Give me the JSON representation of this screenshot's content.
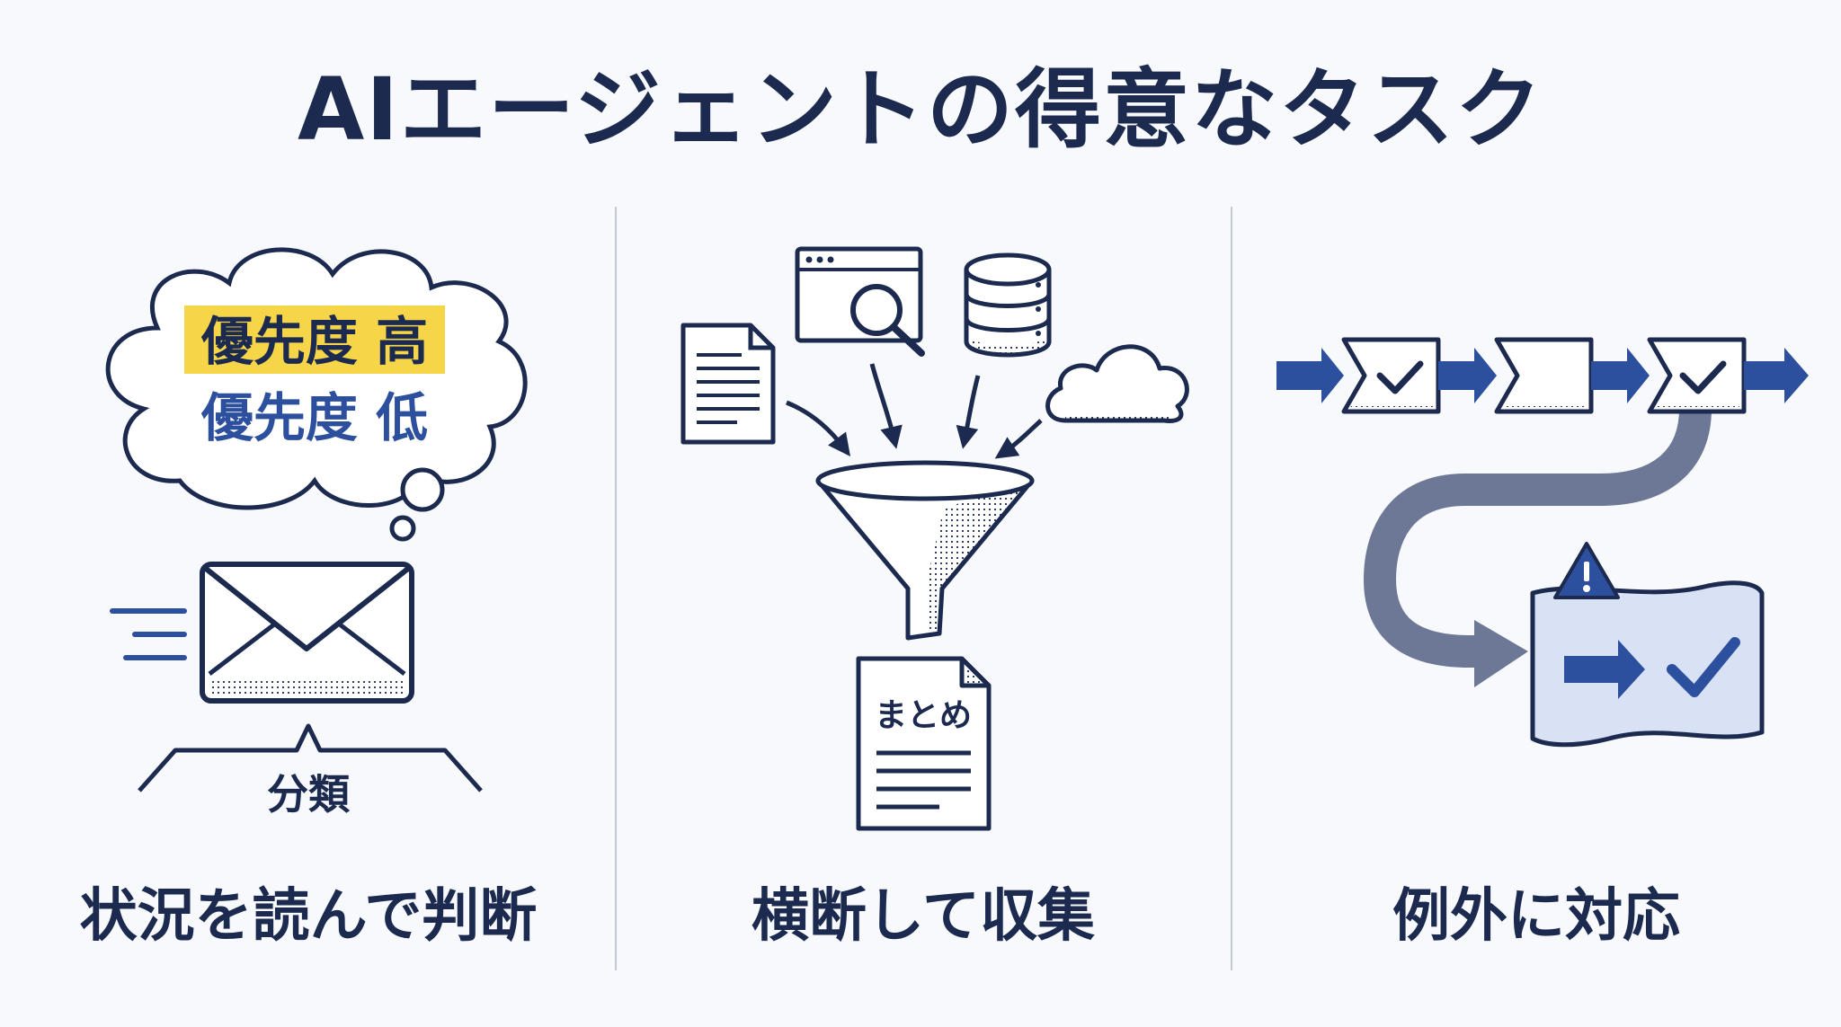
{
  "title": "AIエージェントの得意なタスク",
  "colors": {
    "navy": "#1b2a4e",
    "blue": "#2c4f9e",
    "steel": "#6c7896",
    "highlight": "#f6d548",
    "light_fill": "#d9e1f5",
    "divider": "#c3c9d6",
    "background": "#f8f9fc"
  },
  "panels": [
    {
      "caption": "状況を読んで判断",
      "thought_high": "優先度 高",
      "thought_low": "優先度 低",
      "label": "分類",
      "icons": [
        "thought-bubble-icon",
        "envelope-icon"
      ]
    },
    {
      "caption": "横断して収集",
      "summary_doc_label": "まとめ",
      "icons": [
        "document-icon",
        "browser-search-icon",
        "database-icon",
        "cloud-icon",
        "funnel-icon",
        "summary-document-icon"
      ]
    },
    {
      "caption": "例外に対応",
      "icons": [
        "process-flow-icon",
        "checkmark-icon",
        "warning-icon",
        "detour-arrow-icon"
      ]
    }
  ]
}
